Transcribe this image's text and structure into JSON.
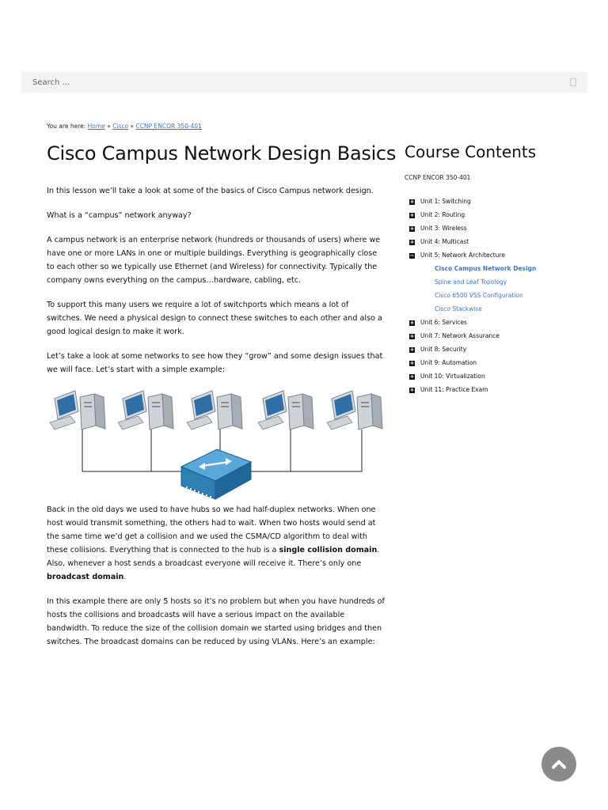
{
  "search": {
    "placeholder": "Search ..."
  },
  "breadcrumb": {
    "prefix": "You are here:",
    "home": "Home",
    "sep": "»",
    "cisco": "Cisco",
    "course": "CCNP ENCOR 350-401"
  },
  "page": {
    "title": "Cisco Campus Network Design Basics"
  },
  "content": {
    "p1": "In this lesson we’ll take a look at some of the basics of Cisco Campus network design.",
    "p2": "What is a “campus” network anyway?",
    "p3": "A campus network is an enterprise network (hundreds or thousands of users) where we have one or more LANs in one or multiple buildings. Everything is geographically close to each other so we typically use Ethernet (and Wireless) for connectivity. Typically the company owns everything on the campus…hardware, cabling, etc.",
    "p4": "To support this many users we require a lot of switchports which means a lot of switches. We need a physical design to connect these switches to each other and also a good logical design to make it work.",
    "p5": "Let’s take a look at some networks to see how they “grow” and some design issues that we will face. Let’s start with a simple example:",
    "p6_a": "Back in the old days we used to have hubs so we had half-duplex networks. When one host would transmit something, the others had to wait. When two hosts would send at the same time we’d get a collision and we used the CSMA/CD algorithm to deal with these collisions. Everything that is connected to the hub is a ",
    "p6_b": "single collision domain",
    "p6_c": ". Also, whenever a host sends a broadcast everyone will receive it. There’s only one ",
    "p6_d": "broadcast domain",
    "p6_e": ".",
    "p7": "In this example there are only 5 hosts so it’s no problem but when you have hundreds of hosts the collisions and broadcasts will have a serious impact on the available bandwidth. To reduce the size of the collision domain we started using bridges and then switches. The broadcast domains can be reduced by using VLANs. Here’s an example:"
  },
  "sidebar": {
    "title": "Course Contents",
    "course": "CCNP ENCOR 350-401",
    "units": [
      {
        "label": "Unit 1: Switching",
        "expanded": false
      },
      {
        "label": "Unit 2: Routing",
        "expanded": false
      },
      {
        "label": "Unit 3: Wireless",
        "expanded": false
      },
      {
        "label": "Unit 4: Multicast",
        "expanded": false
      },
      {
        "label": "Unit 5: Network Architecture",
        "expanded": true
      },
      {
        "label": "Unit 6: Services",
        "expanded": false
      },
      {
        "label": "Unit 7: Network Assurance",
        "expanded": false
      },
      {
        "label": "Unit 8: Security",
        "expanded": false
      },
      {
        "label": "Unit 9: Automation",
        "expanded": false
      },
      {
        "label": "Unit 10: Virtualization",
        "expanded": false
      },
      {
        "label": "Unit 11: Practice Exam",
        "expanded": false
      }
    ],
    "lessons": [
      {
        "label": "Cisco Campus Network Design",
        "active": true
      },
      {
        "label": "Spine and Leaf Topology",
        "active": false
      },
      {
        "label": "Cisco 6500 VSS Configuration",
        "active": false
      },
      {
        "label": "Cisco Stackwise",
        "active": false
      }
    ]
  },
  "colors": {
    "link": "#3b78c4",
    "switch": "#2f7fb5",
    "search_bg": "#f2f2f2",
    "scroll_btn": "#8a8a8a"
  },
  "icons": {
    "expand": "plus-box-icon",
    "collapse": "minus-box-icon",
    "scroll_top": "chevron-up-icon"
  }
}
